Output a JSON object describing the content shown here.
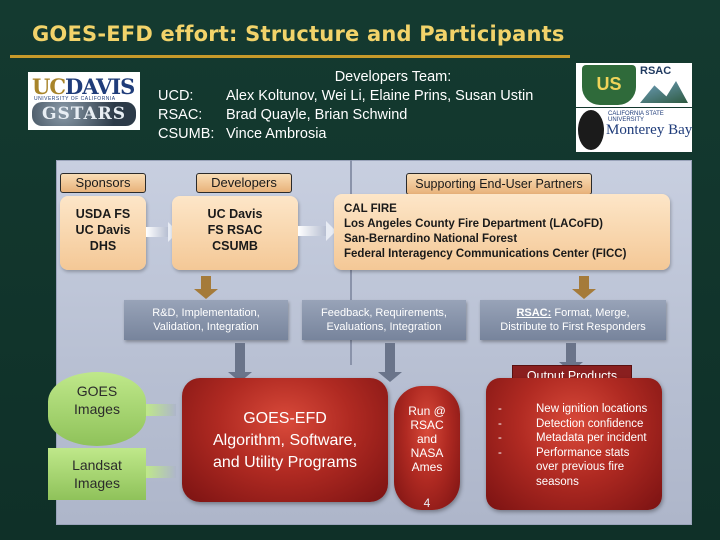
{
  "slide": {
    "title": "GOES-EFD effort: Structure and Participants"
  },
  "logos": {
    "ucdavis": {
      "uc": "UC",
      "davis": "DAVIS",
      "univ": "UNIVERSITY OF CALIFORNIA",
      "gstars": "GSTARS"
    },
    "usfs": {
      "letters": "US",
      "rsac": "RSAC"
    },
    "csumb": {
      "csu": "CALIFORNIA STATE UNIVERSITY",
      "name": "Monterey Bay"
    }
  },
  "developers_team": {
    "heading": "Developers Team:",
    "rows": [
      {
        "org": "UCD:",
        "members": "Alex Koltunov, Wei Li, Elaine Prins, Susan Ustin"
      },
      {
        "org": "RSAC:",
        "members": "Brad Quayle, Brian Schwind"
      },
      {
        "org": "CSUMB:",
        "members": "Vince Ambrosia"
      }
    ]
  },
  "tabs": {
    "sponsors": "Sponsors",
    "developers": "Developers",
    "partners": "Supporting End-User Partners",
    "output": "Output Products"
  },
  "sponsors": [
    "USDA FS",
    "UC Davis",
    "DHS"
  ],
  "developers": [
    "UC Davis",
    "FS RSAC",
    "CSUMB"
  ],
  "partners": [
    "CAL FIRE",
    "Los Angeles County Fire Department (LACoFD)",
    "San-Bernardino National Forest",
    "Federal Interagency Communications Center  (FICC)"
  ],
  "process": {
    "rd": [
      "R&D,  Implementation,",
      "Validation,  Integration"
    ],
    "feedback": [
      "Feedback, Requirements,",
      "Evaluations, Integration"
    ],
    "rsac_prefix": "RSAC:",
    "rsac_rest": "  Format, Merge,",
    "rsac_line2": "Distribute to First Responders"
  },
  "inputs": {
    "goes": [
      "GOES",
      "Images"
    ],
    "landsat": [
      "Landsat",
      "Images"
    ]
  },
  "algorithm": [
    "GOES-EFD",
    "Algorithm, Software,",
    "and Utility Programs"
  ],
  "run_at": [
    "Run @",
    "RSAC",
    "and",
    "NASA",
    "Ames"
  ],
  "page_number": "4",
  "outputs": {
    "bullet": "-",
    "items": [
      "New ignition locations",
      "Detection confidence",
      "Metadata per incident",
      "Performance stats",
      "over previous fire",
      "seasons"
    ]
  },
  "colors": {
    "title": "#f2d36a",
    "background": "#143a30",
    "panel": "#b7bfd2",
    "accent_red": "#b02a22",
    "accent_green": "#8fc25a",
    "accent_orange": "#f4c896"
  }
}
